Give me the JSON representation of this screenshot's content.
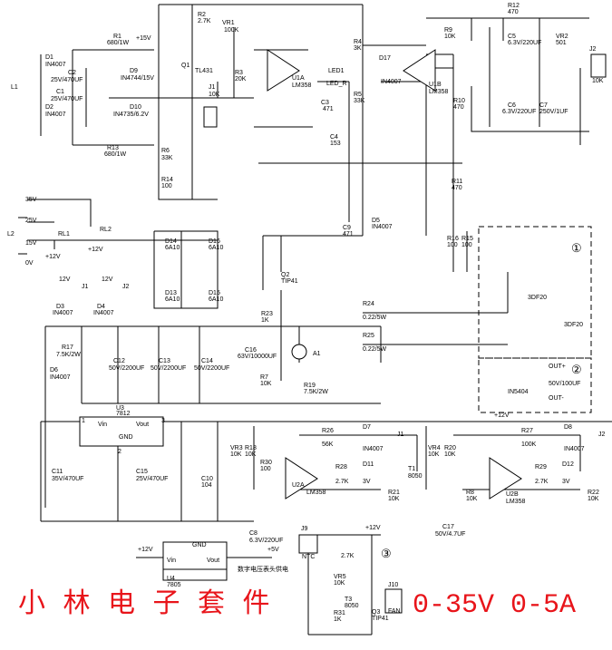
{
  "banner": {
    "title": "小 林 电 子 套 件",
    "range": "0-35V 0-5A"
  },
  "regions": {
    "r1": "①",
    "r2": "②",
    "r3": "③"
  },
  "labels": {
    "l1": "L1",
    "l2": "L2",
    "d1": "D1",
    "d1v": "IN4007",
    "d2": "D2",
    "d2v": "IN4007",
    "c1": "C1",
    "c1v": "25V/470UF",
    "c2": "C2",
    "c2v": "25V/470UF",
    "r1": "R1",
    "r1v": "680/1W",
    "r13": "R13",
    "r13v": "680/1W",
    "v15": "+15V",
    "d9": "D9",
    "d9v": "IN4744/15V",
    "d10": "D10",
    "d10v": "IN4735/6.2V",
    "r2": "R2",
    "r2v": "2.7K",
    "q1": "Q1",
    "q1v": "TL431",
    "vr1": "VR1",
    "vr1v": "100K",
    "r3": "R3",
    "r3v": "20K",
    "j1": "J1",
    "j1v": "10K",
    "r6": "R6",
    "r6v": "33K",
    "r14": "R14",
    "r14v": "100",
    "u1a": "U1A",
    "u1av": "LM358",
    "led1": "LED1",
    "ledr": "LED_R",
    "c3": "C3",
    "c3v": "471",
    "c4": "C4",
    "c4v": "153",
    "r4": "R4",
    "r4v": "3K",
    "r5": "R5",
    "r5v": "33K",
    "d17": "D17",
    "d17v": "IN4007",
    "u1b": "U1B",
    "u1bv": "LM358",
    "r9": "R9",
    "r9v": "10K",
    "r10": "R10",
    "r10v": "470",
    "r12": "R12",
    "r12v": "470",
    "c5": "C5",
    "c5v": "6.3V/220UF",
    "c6": "C6",
    "c6v": "6.3V/220UF",
    "c7": "C7",
    "c7v": "250V/1UF",
    "vr2": "VR2",
    "vr2v": "501",
    "j2": "J2",
    "j2v": "10K",
    "r11": "R11",
    "r11v": "470",
    "v35": "35V",
    "v25": "25V",
    "v15b": "15V",
    "v0": "0V",
    "rl1": "RL1",
    "rl2": "RL2",
    "v12a": "+12V",
    "v12b": "+12V",
    "d3": "D3",
    "d3v": "IN4007",
    "d4": "D4",
    "d4v": "IN4007",
    "j1b": "J1",
    "j2b": "J2",
    "v12c": "12V",
    "v12d": "12V",
    "d14": "D14",
    "d14v": "6A10",
    "d16": "D16",
    "d16v": "6A10",
    "d13": "D13",
    "d13v": "6A10",
    "d15": "D15",
    "d15v": "6A10",
    "c9": "C9",
    "c9v": "471",
    "d5": "D5",
    "d5v": "IN4007",
    "q2": "Q2",
    "q2v": "TIP41",
    "r16": "R16",
    "r16v": "100",
    "r15": "R15",
    "r15v": "100",
    "r23": "R23",
    "r23v": "1K",
    "r24": "R24",
    "r24v": "0.22/5W",
    "r25": "R25",
    "r25v": "0.22/5W",
    "a1": "A1",
    "tq1": "3DF20",
    "tq2": "3DF20",
    "r17": "R17",
    "r17v": "7.5K/2W",
    "d6": "D6",
    "d6v": "IN4007",
    "c12": "C12",
    "c12v": "50V/2200UF",
    "c13": "C13",
    "c13v": "50V/2200UF",
    "c14": "C14",
    "c14v": "50V/2200UF",
    "c16": "C16",
    "c16v": "63V/10000UF",
    "r7": "R7",
    "r7v": "10K",
    "r19": "R19",
    "r19v": "7.5K/2W",
    "out_p": "OUT+",
    "out_n": "OUT-",
    "dout": "IN5404",
    "cout": "50V/100UF",
    "u3": "U3",
    "u3v": "7812",
    "vin": "Vin",
    "vout": "Vout",
    "gnd": "GND",
    "p1": "1",
    "p2": "2",
    "p3": "3",
    "c11": "C11",
    "c11v": "35V/470UF",
    "c15": "C15",
    "c15v": "25V/470UF",
    "c10": "C10",
    "c10v": "104",
    "v12e": "+12V",
    "vr3": "VR3",
    "vr3v": "10K",
    "r18": "R18",
    "r18v": "10K",
    "r30": "R30",
    "r30v": "100",
    "r26": "R26",
    "r26v": "56K",
    "d7": "D7",
    "d7v": "IN4007",
    "u2a": "U2A",
    "u2av": "LM358",
    "r28": "R28",
    "r28v": "2.7K",
    "d11": "D11",
    "d11v": "3V",
    "t1": "T1",
    "t1v": "8050",
    "r21": "R21",
    "r21v": "10K",
    "j1c": "J1",
    "vr4": "VR4",
    "vr4v": "10K",
    "r20": "R20",
    "r20v": "10K",
    "r8": "R8",
    "r8v": "10K",
    "r27": "R27",
    "r27v": "100K",
    "d8": "D8",
    "d8v": "IN4007",
    "u2b": "U2B",
    "u2bv": "LM358",
    "r29": "R29",
    "r29v": "2.7K",
    "d12": "D12",
    "d12v": "3V",
    "r22": "R22",
    "r22v": "10K",
    "j2c": "J2",
    "c17": "C17",
    "c17v": "50V/4.7UF",
    "c8": "C8",
    "c8v": "6.3V/220UF",
    "v5": "+5V",
    "v12f": "+12V",
    "u4": "U4",
    "u4v": "7805",
    "vin2": "Vin",
    "vout2": "Vout",
    "gnd2": "GND",
    "meter": "数字电压表头供电",
    "j9": "J9",
    "ntc": "NTC",
    "v12g": "+12V",
    "r27k": "2.7K",
    "vr5": "VR5",
    "vr5v": "10K",
    "t3": "T3",
    "t3v": "8050",
    "r31": "R31",
    "r31v": "1K",
    "q3": "Q3",
    "q3v": "TIP41",
    "j10": "J10",
    "fan": "FAN"
  },
  "colors": {
    "banner": "#e8141a",
    "ink": "#000000"
  }
}
